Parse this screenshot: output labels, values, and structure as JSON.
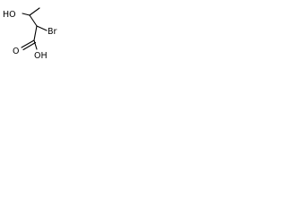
{
  "molecule": {
    "atoms": {
      "hydroxyl": "HO",
      "bromine": "Br",
      "carbonyl_oxygen": "O",
      "acid_oxygen": "OH"
    },
    "colors": {
      "bond": "#000000",
      "text": "#000000",
      "background": "#ffffff"
    }
  }
}
